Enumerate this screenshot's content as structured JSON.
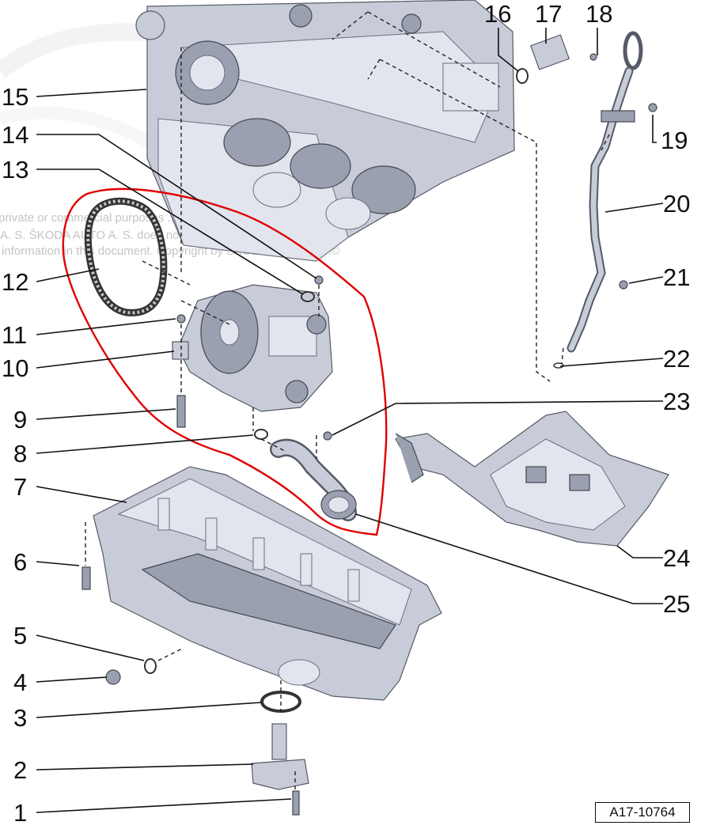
{
  "figure": {
    "reference": "A17-10764",
    "watermark_lines": [
      "private or commercial purposes ... or in",
      "A. S. ŠKODA AUTO A. S. does not guarantee or ...",
      "information in this document. Copyright by ŠKODA AUTO A. S.©"
    ],
    "highlight_color": "#e00000"
  },
  "callouts": [
    {
      "number": "1",
      "part": "bolt"
    },
    {
      "number": "2",
      "part": "oil-level-sensor"
    },
    {
      "number": "3",
      "part": "o-ring"
    },
    {
      "number": "4",
      "part": "drain-plug"
    },
    {
      "number": "5",
      "part": "seal-ring"
    },
    {
      "number": "6",
      "part": "bolt"
    },
    {
      "number": "7",
      "part": "oil-pan"
    },
    {
      "number": "8",
      "part": "o-ring"
    },
    {
      "number": "9",
      "part": "bolt"
    },
    {
      "number": "10",
      "part": "oil-pump"
    },
    {
      "number": "11",
      "part": "bolt"
    },
    {
      "number": "12",
      "part": "drive-chain"
    },
    {
      "number": "13",
      "part": "dowel-sleeve"
    },
    {
      "number": "14",
      "part": "dowel-sleeve"
    },
    {
      "number": "15",
      "part": "cylinder-block"
    },
    {
      "number": "16",
      "part": "o-ring"
    },
    {
      "number": "17",
      "part": "oil-pressure-switch"
    },
    {
      "number": "18",
      "part": "bolt"
    },
    {
      "number": "19",
      "part": "bolt"
    },
    {
      "number": "20",
      "part": "dipstick-guide-tube"
    },
    {
      "number": "21",
      "part": "bolt"
    },
    {
      "number": "22",
      "part": "o-ring"
    },
    {
      "number": "23",
      "part": "bolt"
    },
    {
      "number": "24",
      "part": "heat-shield"
    },
    {
      "number": "25",
      "part": "suction-pipe"
    }
  ]
}
